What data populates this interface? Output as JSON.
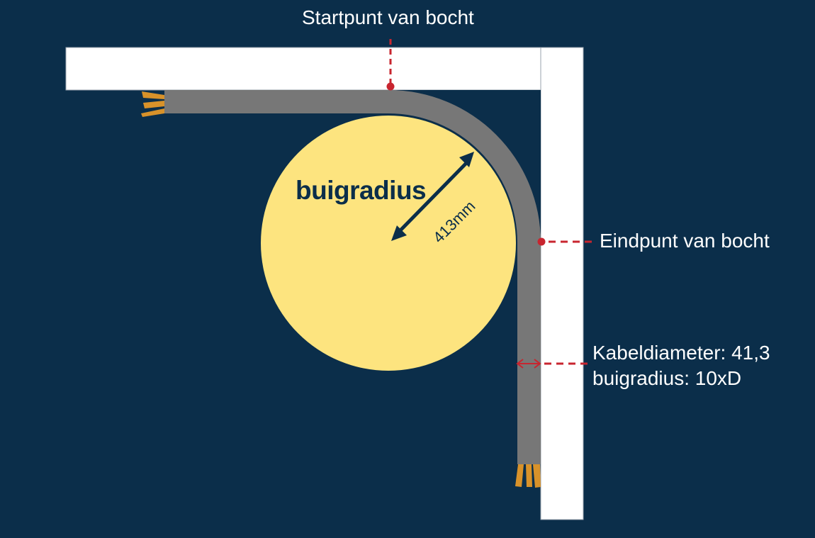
{
  "labels": {
    "start_point": "Startpunt van bocht",
    "end_point": "Eindpunt van bocht",
    "bend_radius_title": "buigradius",
    "radius_value": "413mm",
    "cable_diameter": "Kabeldiameter: 41,3",
    "bend_radius_rule": "buigradius: 10xD"
  },
  "colors": {
    "background": "#0b2e4a",
    "wall": "#ffffff",
    "cable": "#777777",
    "circle": "#fde47f",
    "wire_ends": "#d8922a",
    "marker": "#c8252f",
    "arrow": "#0b2e4a"
  }
}
